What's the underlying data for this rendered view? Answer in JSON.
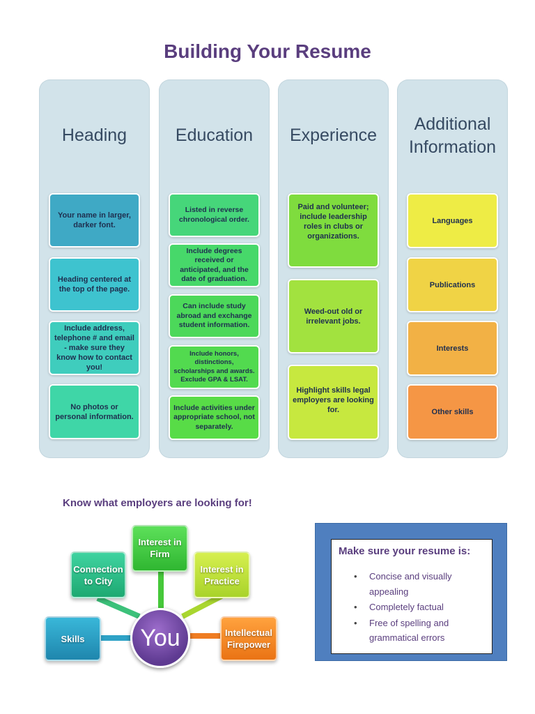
{
  "title": "Building Your Resume",
  "columns": [
    {
      "heading": "Heading",
      "items": [
        "Your name in larger, darker font.",
        "Heading centered at the top of the page.",
        "Include address, telephone # and email - make sure they know how to contact you!",
        "No photos or personal information."
      ]
    },
    {
      "heading": "Education",
      "items": [
        "Listed in reverse chronological order.",
        "Include degrees received or anticipated, and the date of graduation.",
        "Can include study abroad and exchange student information.",
        "Include honors, distinctions, scholarships and awards. Exclude GPA & LSAT.",
        "Include activities under appropriate school, not separately."
      ]
    },
    {
      "heading": "Experience",
      "items": [
        "Paid and volunteer; include leadership roles in clubs or organizations.",
        "Weed-out old or irrelevant jobs.",
        "Highlight skills legal employers are looking for."
      ]
    },
    {
      "heading_line1": "Additional",
      "heading_line2": "Information",
      "items": [
        "Languages",
        "Publications",
        "Interests",
        "Other skills"
      ]
    }
  ],
  "employers": {
    "heading": "Know what employers are looking for!",
    "center": "You",
    "nodes": {
      "skills": "Skills",
      "connection": "Connection to City",
      "firm": "Interest in Firm",
      "practice": "Interest in Practice",
      "intellectual": "Intellectual Firepower"
    }
  },
  "checklist": {
    "title": "Make sure your resume is:",
    "items": [
      "Concise and visually appealing",
      "Completely factual",
      "Free of spelling and grammatical errors"
    ]
  },
  "colors": {
    "title": "#5a3e7e",
    "column_bg": "#d2e3ea",
    "heading_boxes": [
      "#3fa9c5",
      "#3ec3cf",
      "#3fcdbd",
      "#3fd6a7"
    ],
    "education_boxes": [
      "#46d67a",
      "#47d86a",
      "#4cd85a",
      "#52da4f",
      "#58dc47"
    ],
    "experience_boxes": [
      "#7fdc3e",
      "#a2e23f",
      "#c7e83f"
    ],
    "additional_boxes": [
      "#eeec45",
      "#f0d345",
      "#f2b145",
      "#f59645"
    ],
    "checklist_frame": "#4f7fbf"
  }
}
